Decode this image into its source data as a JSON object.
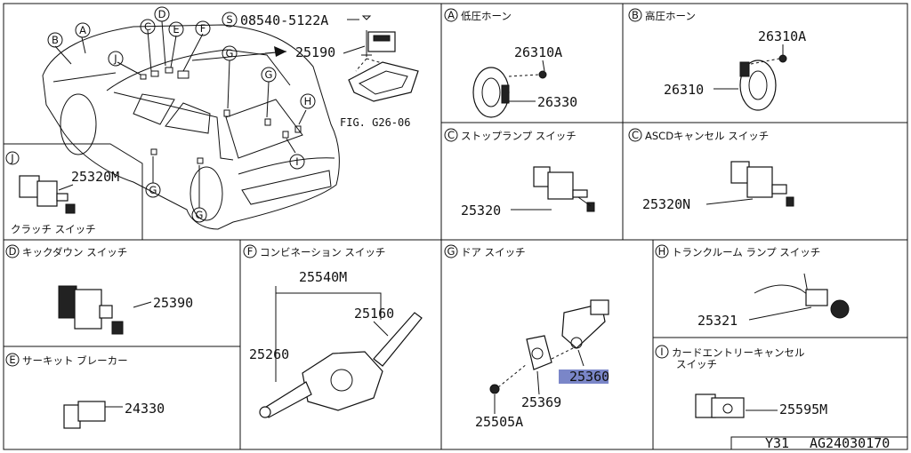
{
  "overview": {
    "callouts": [
      "A",
      "B",
      "C",
      "D",
      "E",
      "F",
      "G",
      "G",
      "G",
      "G",
      "G",
      "H",
      "I",
      "J"
    ],
    "screw_prefix": "S",
    "screw_part": "08540-5122A",
    "lamp_part": "25190",
    "fig_ref": "FIG. G26-06"
  },
  "panels": {
    "A": {
      "letter": "A",
      "title": "低圧ホーン",
      "parts": [
        "26310A",
        "26330"
      ]
    },
    "B": {
      "letter": "B",
      "title": "高圧ホーン",
      "parts": [
        "26310A",
        "26310"
      ]
    },
    "C_stop": {
      "letter": "C",
      "title": "ストップランプ スイッチ",
      "parts": [
        "25320"
      ]
    },
    "C_ascd": {
      "letter": "C",
      "title": "ASCDキャンセル スイッチ",
      "parts": [
        "25320N"
      ]
    },
    "J": {
      "letter": "J",
      "title": "クラッチ スイッチ",
      "parts": [
        "25320M"
      ]
    },
    "D": {
      "letter": "D",
      "title": "キックダウン スイッチ",
      "parts": [
        "25390"
      ]
    },
    "F": {
      "letter": "F",
      "title": "コンビネーション スイッチ",
      "parts": [
        "25540M",
        "25160",
        "25260"
      ]
    },
    "G": {
      "letter": "G",
      "title": "ドア スイッチ",
      "parts": [
        "25360",
        "25369",
        "25505A"
      ]
    },
    "H": {
      "letter": "H",
      "title": "トランクルーム ランプ スイッチ",
      "parts": [
        "25321"
      ]
    },
    "E": {
      "letter": "E",
      "title": "サーキット ブレーカー",
      "parts": [
        "24330"
      ]
    },
    "I": {
      "letter": "I",
      "title_line1": "カードエントリーキャンセル",
      "title_line2": "スイッチ",
      "parts": [
        "25595M"
      ]
    }
  },
  "footer": {
    "model": "Y31",
    "code": "AG24030170"
  }
}
